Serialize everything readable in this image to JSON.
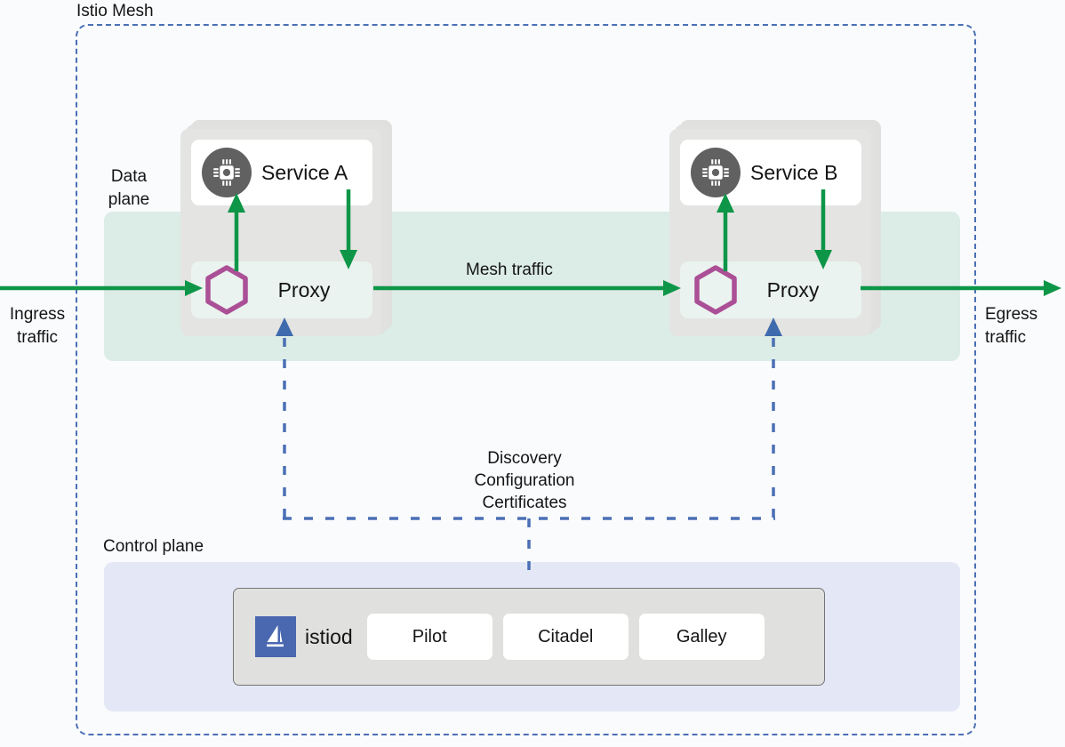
{
  "diagram": {
    "title": "Istio Mesh",
    "planes": {
      "data_plane_label": "Data\nplane",
      "data_plane_line1": "Data",
      "data_plane_line2": "plane",
      "control_plane_label": "Control plane"
    },
    "traffic": {
      "ingress_line1": "Ingress",
      "ingress_line2": "traffic",
      "egress_line1": "Egress",
      "egress_line2": "traffic",
      "mesh_label": "Mesh traffic"
    },
    "config_channel": {
      "line1": "Discovery",
      "line2": "Configuration",
      "line3": "Certificates"
    },
    "pods": [
      {
        "service_name": "Service A",
        "proxy_name": "Proxy",
        "service_icon": "cpu-chip-icon",
        "proxy_icon": "hexagon-icon"
      },
      {
        "service_name": "Service B",
        "proxy_name": "Proxy",
        "service_icon": "cpu-chip-icon",
        "proxy_icon": "hexagon-icon"
      }
    ],
    "control_plane": {
      "brand_label": "istiod",
      "brand_icon": "istio-sailboat-logo",
      "components": [
        {
          "label": "Pilot"
        },
        {
          "label": "Citadel"
        },
        {
          "label": "Galley"
        }
      ]
    },
    "colors": {
      "mesh_border": "#4a6fb5",
      "data_plane_band": "#dcece6",
      "control_plane_band": "#e4e8f6",
      "traffic_arrow": "#0e9648",
      "proxy_hexagon": "#ab4f96",
      "service_icon_bg": "#616161",
      "istiod_logo_bg": "#4a68b0",
      "pod_bg": "#e3e3e1",
      "canvas_bg": "#fafbfd"
    }
  }
}
